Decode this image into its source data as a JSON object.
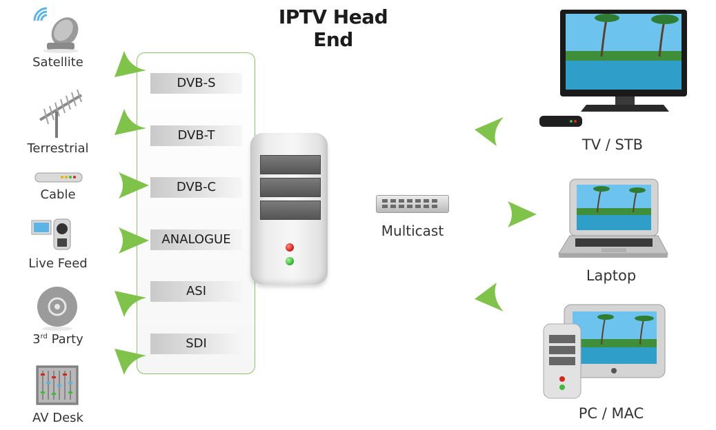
{
  "title": "IPTV Head End",
  "sources": [
    {
      "label": "Satellite",
      "icon": "satellite-dish-icon"
    },
    {
      "label": "Terrestrial",
      "icon": "antenna-icon"
    },
    {
      "label": "Cable",
      "icon": "cable-modem-icon"
    },
    {
      "label": "Live Feed",
      "icon": "camera-icon"
    },
    {
      "label_main": "3",
      "label_sup": "rd",
      "label_rest": " Party",
      "icon": "disc-icon"
    },
    {
      "label": "AV Desk",
      "icon": "mixing-desk-icon"
    }
  ],
  "formats": [
    "DVB-S",
    "DVB-T",
    "DVB-C",
    "ANALOGUE",
    "ASI",
    "SDI"
  ],
  "network": {
    "label": "Multicast",
    "icon": "network-switch-icon"
  },
  "outputs": [
    {
      "label": "TV / STB",
      "icon": "tv-stb-icon"
    },
    {
      "label": "Laptop",
      "icon": "laptop-icon"
    },
    {
      "label": "PC / MAC",
      "icon": "desktop-pc-icon"
    }
  ],
  "colors": {
    "arrow": "#7fc34a",
    "panel_border": "#8cc36a",
    "led_red": "#d8261f",
    "led_green": "#3dbb3b"
  }
}
